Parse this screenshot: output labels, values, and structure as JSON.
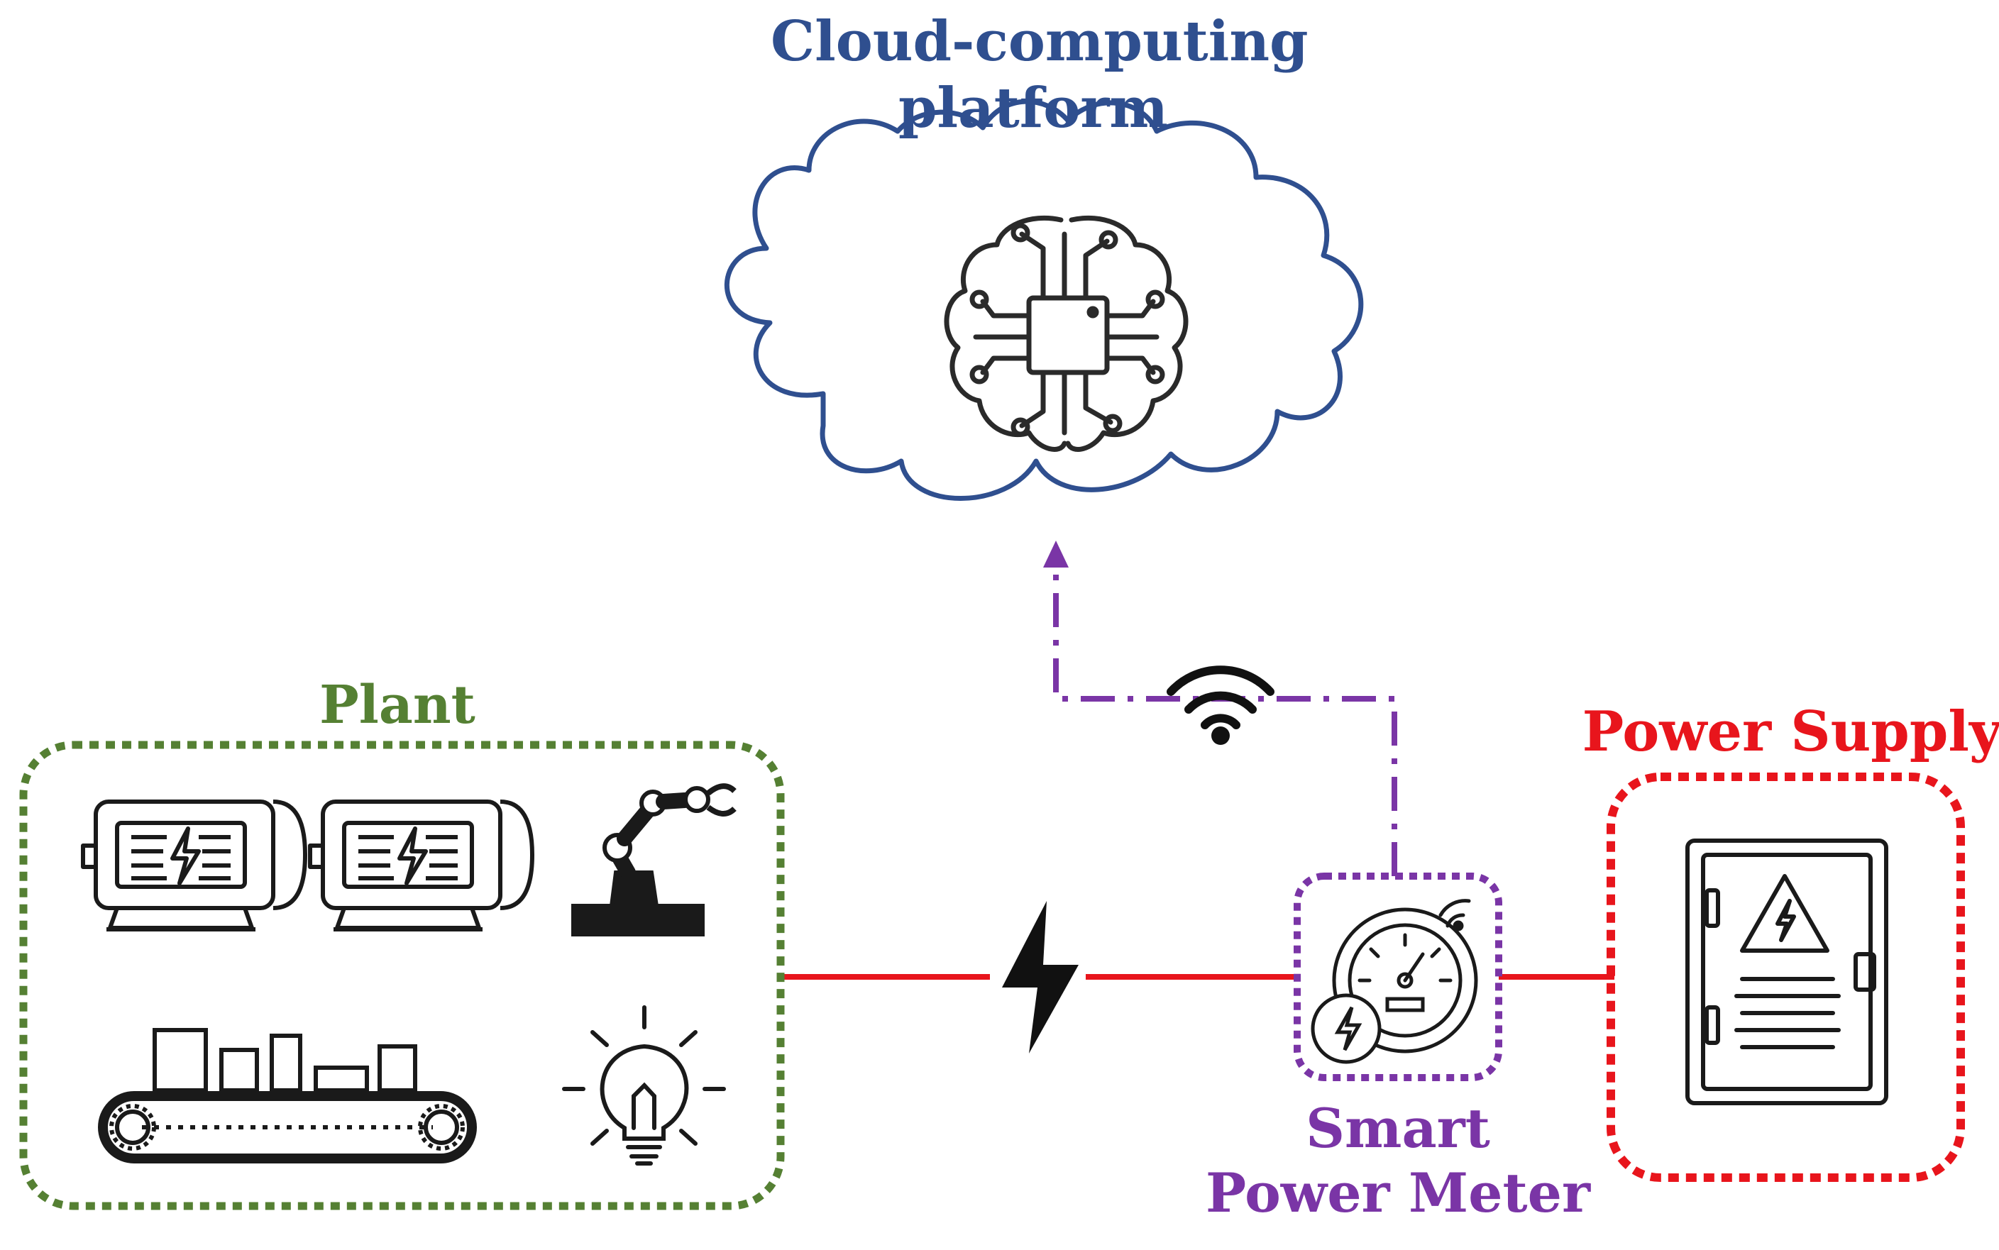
{
  "labels": {
    "cloud": [
      "Cloud-computing",
      "platform"
    ],
    "plant": "Plant",
    "power_supply": "Power Supply",
    "smart_meter": [
      "Smart",
      "Power Meter"
    ]
  },
  "colors": {
    "cloud": "#2f4f8f",
    "plant": "#558033",
    "power_supply": "#e8151c",
    "smart_meter": "#7a35a6",
    "power_line": "#e8151c",
    "data_link": "#7a35a6",
    "icon": "#1a1a1a"
  },
  "icons": {
    "cloud_center": "ai-brain-chip-icon",
    "plant": [
      "electric-motor-icon",
      "electric-motor-icon",
      "robotic-arm-icon",
      "conveyor-belt-icon",
      "light-bulb-icon"
    ],
    "link": [
      "lightning-bolt-icon",
      "wifi-icon"
    ],
    "meter": "smart-meter-gauge-icon",
    "supply": "electrical-cabinet-icon"
  }
}
